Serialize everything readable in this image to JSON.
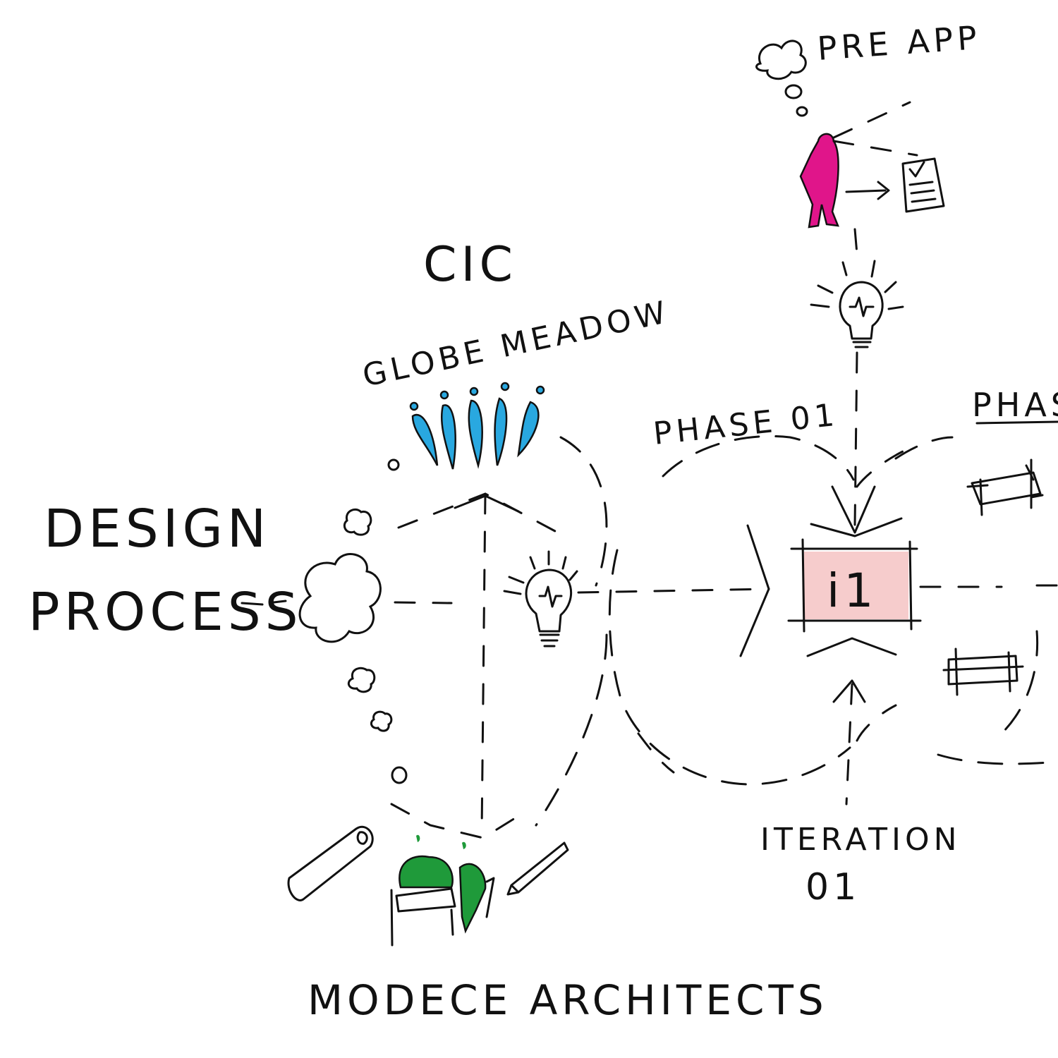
{
  "title_left": [
    "DESIGN",
    "PROCESS"
  ],
  "cic_label": "CIC",
  "globe_meadow_label": "GLOBE MEADOW",
  "phase01_label": "PHASE 01",
  "phase_right_label": "PHASE",
  "pre_app_label": "PRE APP",
  "iteration_box_label": "i1",
  "iteration_label": [
    "ITERATION",
    "01"
  ],
  "bottom_label": "MODECE ARCHITECTS",
  "colors": {
    "ink": "#111111",
    "globe_people": "#29a8e0",
    "architects": "#1f9a3a",
    "pre_app_person": "#e0158a",
    "iteration_box": "#f6cccc"
  }
}
